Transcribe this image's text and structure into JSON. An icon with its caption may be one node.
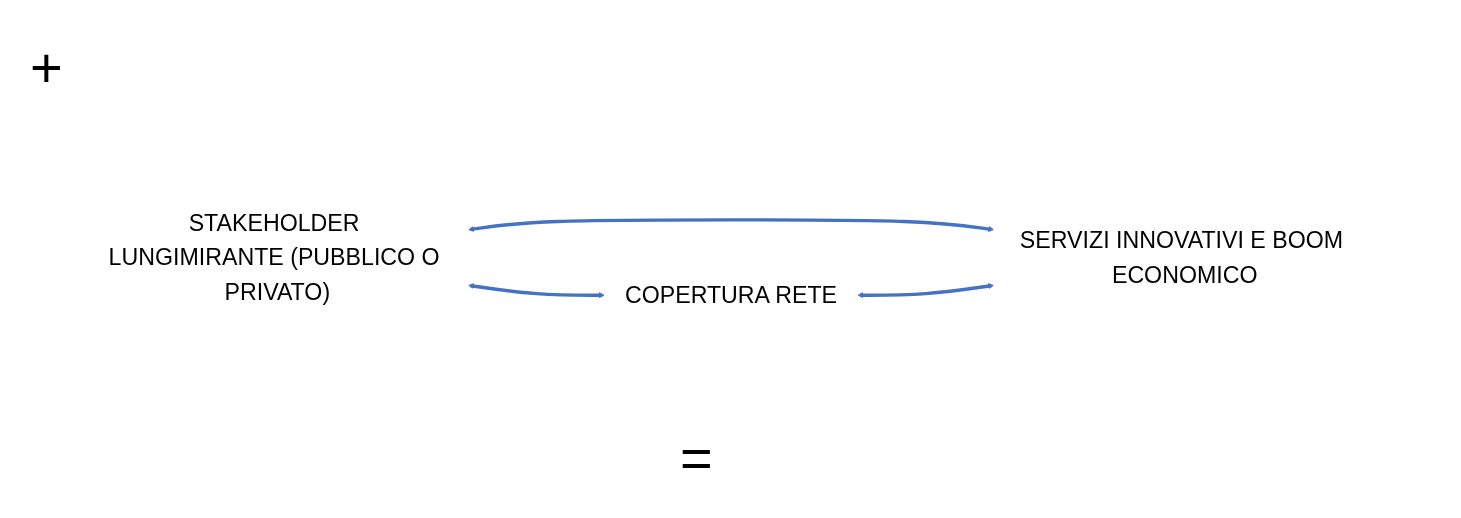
{
  "diagram": {
    "nodes": [
      {
        "text": [
          "STAKEHOLDER LUNGIMIRANTE (PUBBLICO O PRIVATO)"
        ]
      },
      {
        "text": [
          "SERVIZI INNOVATIVI E BOOM ECONOMICO"
        ]
      },
      {
        "text": [
          "COPERTURA RETE"
        ]
      }
    ],
    "edges": [
      {
        "from": 0,
        "to": 2,
        "arrow": "both"
      },
      {
        "from": 0,
        "to": 1,
        "arrow": "both"
      },
      {
        "from": 2,
        "to": 1,
        "arrow": "both"
      }
    ],
    "labels": [
      "+",
      "="
    ]
  }
}
